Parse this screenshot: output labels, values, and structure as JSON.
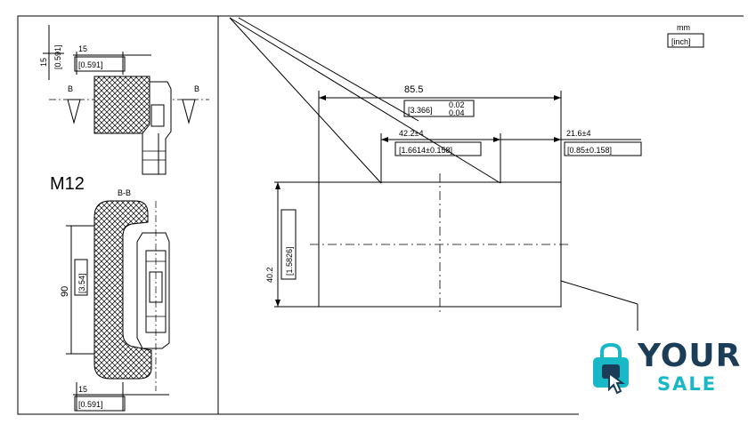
{
  "units": {
    "mm": "mm",
    "inch": "[inch]"
  },
  "side_view": {
    "height_mm": "15",
    "height_inch": "[0.591]",
    "width_mm": "15",
    "width_inch": "[0.591]",
    "section_mark_left": "B",
    "section_mark_right": "B"
  },
  "thread": "M12",
  "front_view": {
    "section_label": "B-B",
    "height_mm": "90",
    "height_inch": "[3.54]",
    "width_mm": "15",
    "width_inch": "[0.591]"
  },
  "cutout": {
    "overall_mm": "85.5",
    "overall_inch": "[3.366]",
    "overall_inch_tol_top": "0.02",
    "overall_inch_tol_bot": "0.04",
    "hole_spacing_mm": "42.2±4",
    "hole_spacing_inch": "[1.6614±0.158]",
    "edge_offset_mm": "21.6±4",
    "edge_offset_inch": "[0.85±0.158]",
    "height_mm": "40.2",
    "height_inch": "[1.5826]"
  },
  "logo": {
    "word1": "YOUR",
    "word2": "SALE"
  },
  "colors": {
    "line": "#000000",
    "logo_dark": "#1c3d57",
    "logo_accent": "#18b8c6"
  }
}
